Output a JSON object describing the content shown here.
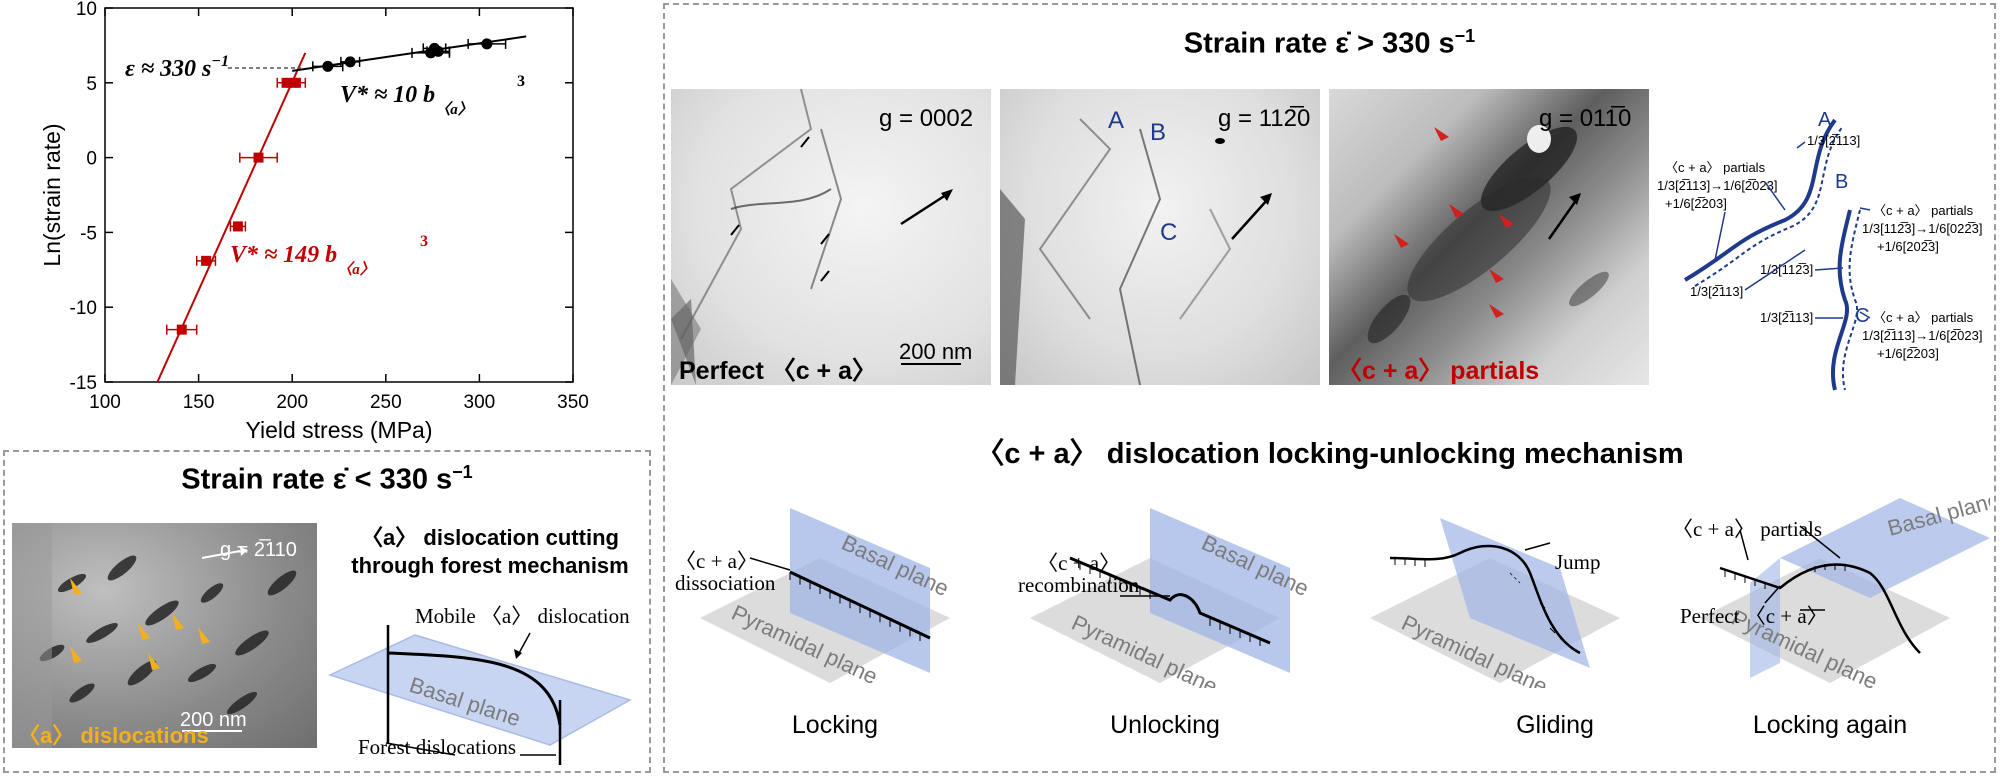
{
  "chart_data": {
    "type": "scatter",
    "xlabel": "Yield stress (MPa)",
    "ylabel": "Ln(strain rate)",
    "xlim": [
      100,
      350
    ],
    "ylim": [
      -15,
      10
    ],
    "xticks": [
      "100",
      "150",
      "200",
      "250",
      "300",
      "350"
    ],
    "yticks": [
      "10",
      "5",
      "0",
      "-5",
      "-10",
      "-15"
    ],
    "series": [
      {
        "color": "#c00000",
        "marker": "square",
        "points": [
          [
            141,
            -11.5
          ],
          [
            154,
            -6.9
          ],
          [
            171,
            -4.6
          ],
          [
            182,
            0
          ],
          [
            197,
            5
          ],
          [
            202,
            5
          ]
        ],
        "xerr": [
          8,
          5,
          4,
          10,
          5,
          5
        ],
        "fit": [
          [
            128,
            -15
          ],
          [
            207,
            7
          ]
        ]
      },
      {
        "color": "#000000",
        "marker": "circle",
        "points": [
          [
            219,
            6.1
          ],
          [
            231,
            6.4
          ],
          [
            274,
            7.0
          ],
          [
            276,
            7.3
          ],
          [
            278,
            7.1
          ],
          [
            304,
            7.6
          ]
        ],
        "xerr": [
          8,
          5,
          10,
          6,
          6,
          10
        ],
        "fit": [
          [
            200,
            5.8
          ],
          [
            325,
            8.1
          ]
        ]
      }
    ],
    "annotations": {
      "eps_label": "ε ≈ 330 s",
      "eps_sup": "−1",
      "v_black": "V* ≈ 10 b",
      "v_black_sub": "〈a〉",
      "v_red": "V* ≈ 149 b",
      "v_red_sub": "〈a〉",
      "cube": "3"
    }
  },
  "low_panel": {
    "title": "Strain rate ε̇ < 330 s",
    "title_sup": "−1",
    "g_label": "g = 2̅110",
    "scale": "200 nm",
    "dislocations_label": "〈a〉 dislocations",
    "mech_title_1": "〈a〉 dislocation cutting",
    "mech_title_2": "through forest mechanism",
    "mobile_label": "Mobile 〈a〉 dislocation",
    "basal_label": "Basal plane",
    "forest_label": "Forest dislocations"
  },
  "high_panel": {
    "title": "Strain rate ε̇ > 330 s",
    "title_sup": "−1",
    "img1_g": "g = 0002",
    "img1_caption": "Perfect 〈c + a〉",
    "img1_scale": "200 nm",
    "img2_g": "g = 112̅0",
    "img2_A": "A",
    "img2_B": "B",
    "img2_C": "C",
    "img3_g": "g = 011̅0",
    "img3_caption": "〈c + a〉 partials",
    "schematic": {
      "A": "A",
      "B": "B",
      "C": "C",
      "l1": "1/3[2̅113]",
      "l2a": "〈c + a〉 partials",
      "l2b": "1/3[2̅113]→1/6[2̅023]",
      "l2c": "+1/6[2̅203]",
      "l3a": "〈c + a〉 partials",
      "l3b": "1/3[112̅3]→1/6[022̅3]",
      "l3c": "+1/6[202̅3]",
      "l4": "1/3[112̅3]",
      "l5": "1/3[2̅113]",
      "l6": "1/3[2̅113]",
      "l7a": "〈c + a〉 partials",
      "l7b": "1/3[2̅113]→1/6[2̅023]",
      "l7c": "+1/6[2̅203]"
    },
    "mech_title": "〈c + a〉 dislocation locking-unlocking mechanism",
    "steps": [
      "Locking",
      "Unlocking",
      "Gliding",
      "Locking again"
    ],
    "basal": "Basal plane",
    "pyramidal": "Pyramidal plane",
    "dissociation_1": "〈c + a〉",
    "dissociation_2": "dissociation",
    "recombination_1": "〈c + a〉",
    "recombination_2": "recombination",
    "jump": "Jump",
    "partials": "〈c + a〉 partials",
    "perfect": "Perfect 〈c + a〉"
  },
  "colors": {
    "red": "#c00000",
    "black": "#000000",
    "navy": "#1f3a8a",
    "gold": "#f2b01e",
    "blue_plane": "#9fb5e6",
    "gray_plane": "#cfcfcf"
  }
}
